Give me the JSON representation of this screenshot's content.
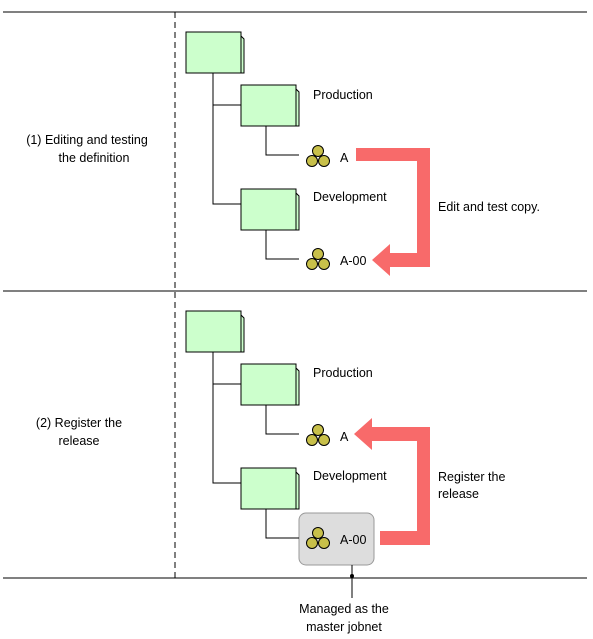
{
  "section1": {
    "step_label_line1": "(1) Editing and testing",
    "step_label_line2": "the definition",
    "production_label": "Production",
    "development_label": "Development",
    "jobnet_production": "A",
    "jobnet_development": "A-00",
    "arrow_label": "Edit and test copy."
  },
  "section2": {
    "step_label_line1": "(2) Register the",
    "step_label_line2": "release",
    "production_label": "Production",
    "development_label": "Development",
    "jobnet_production": "A",
    "jobnet_development": "A-00",
    "arrow_label_line1": "Register the",
    "arrow_label_line2": "release"
  },
  "callout": {
    "line1": "Managed as the",
    "line2": "master jobnet"
  },
  "colors": {
    "folder_fill": "#ccffcc",
    "arrow": "#f86a6a",
    "jobnet_icon": "#c8c04a",
    "highlight_box": "#dddddd"
  },
  "icons": {
    "folder": "folder-icon",
    "jobnet": "jobnet-icon"
  }
}
